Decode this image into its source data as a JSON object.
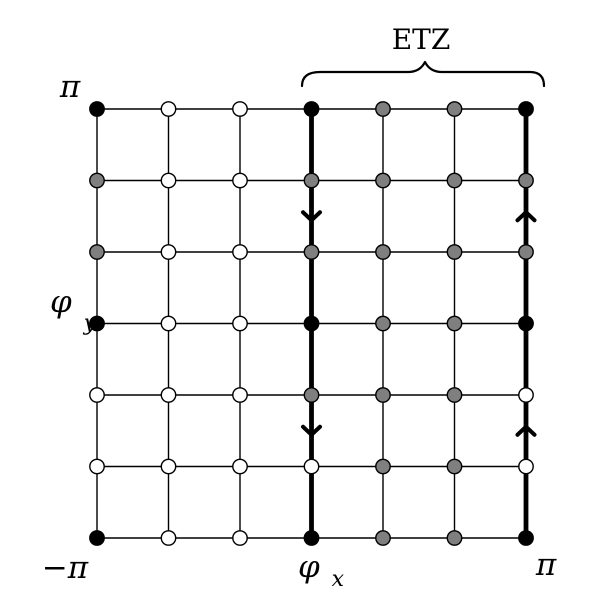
{
  "labels": {
    "top_y": "π",
    "bottom_y": "−π",
    "y_axis_base": "φ",
    "y_axis_sub": "y",
    "x_axis_base": "φ",
    "x_axis_sub": "x",
    "right_x": "π",
    "bracket": "ETZ"
  },
  "grid": {
    "columns": 7,
    "rows": 7,
    "node_states_top_to_bottom": [
      [
        "black",
        "white",
        "white",
        "black",
        "gray",
        "gray",
        "black"
      ],
      [
        "gray",
        "white",
        "white",
        "gray",
        "gray",
        "gray",
        "gray"
      ],
      [
        "gray",
        "white",
        "white",
        "gray",
        "gray",
        "gray",
        "gray"
      ],
      [
        "black",
        "white",
        "white",
        "black",
        "gray",
        "gray",
        "black"
      ],
      [
        "white",
        "white",
        "white",
        "gray",
        "gray",
        "gray",
        "white"
      ],
      [
        "white",
        "white",
        "white",
        "white",
        "gray",
        "gray",
        "white"
      ],
      [
        "black",
        "white",
        "white",
        "black",
        "gray",
        "gray",
        "black"
      ]
    ],
    "thick_columns": [
      3,
      6
    ],
    "arrows": [
      {
        "column": 3,
        "between_rows": [
          1,
          2
        ],
        "direction": "down"
      },
      {
        "column": 3,
        "between_rows": [
          4,
          5
        ],
        "direction": "down"
      },
      {
        "column": 6,
        "between_rows": [
          1,
          2
        ],
        "direction": "up"
      },
      {
        "column": 6,
        "between_rows": [
          4,
          5
        ],
        "direction": "up"
      }
    ]
  },
  "colors": {
    "black": "#000000",
    "gray": "#7f7f7f",
    "white": "#ffffff",
    "line": "#000000"
  }
}
